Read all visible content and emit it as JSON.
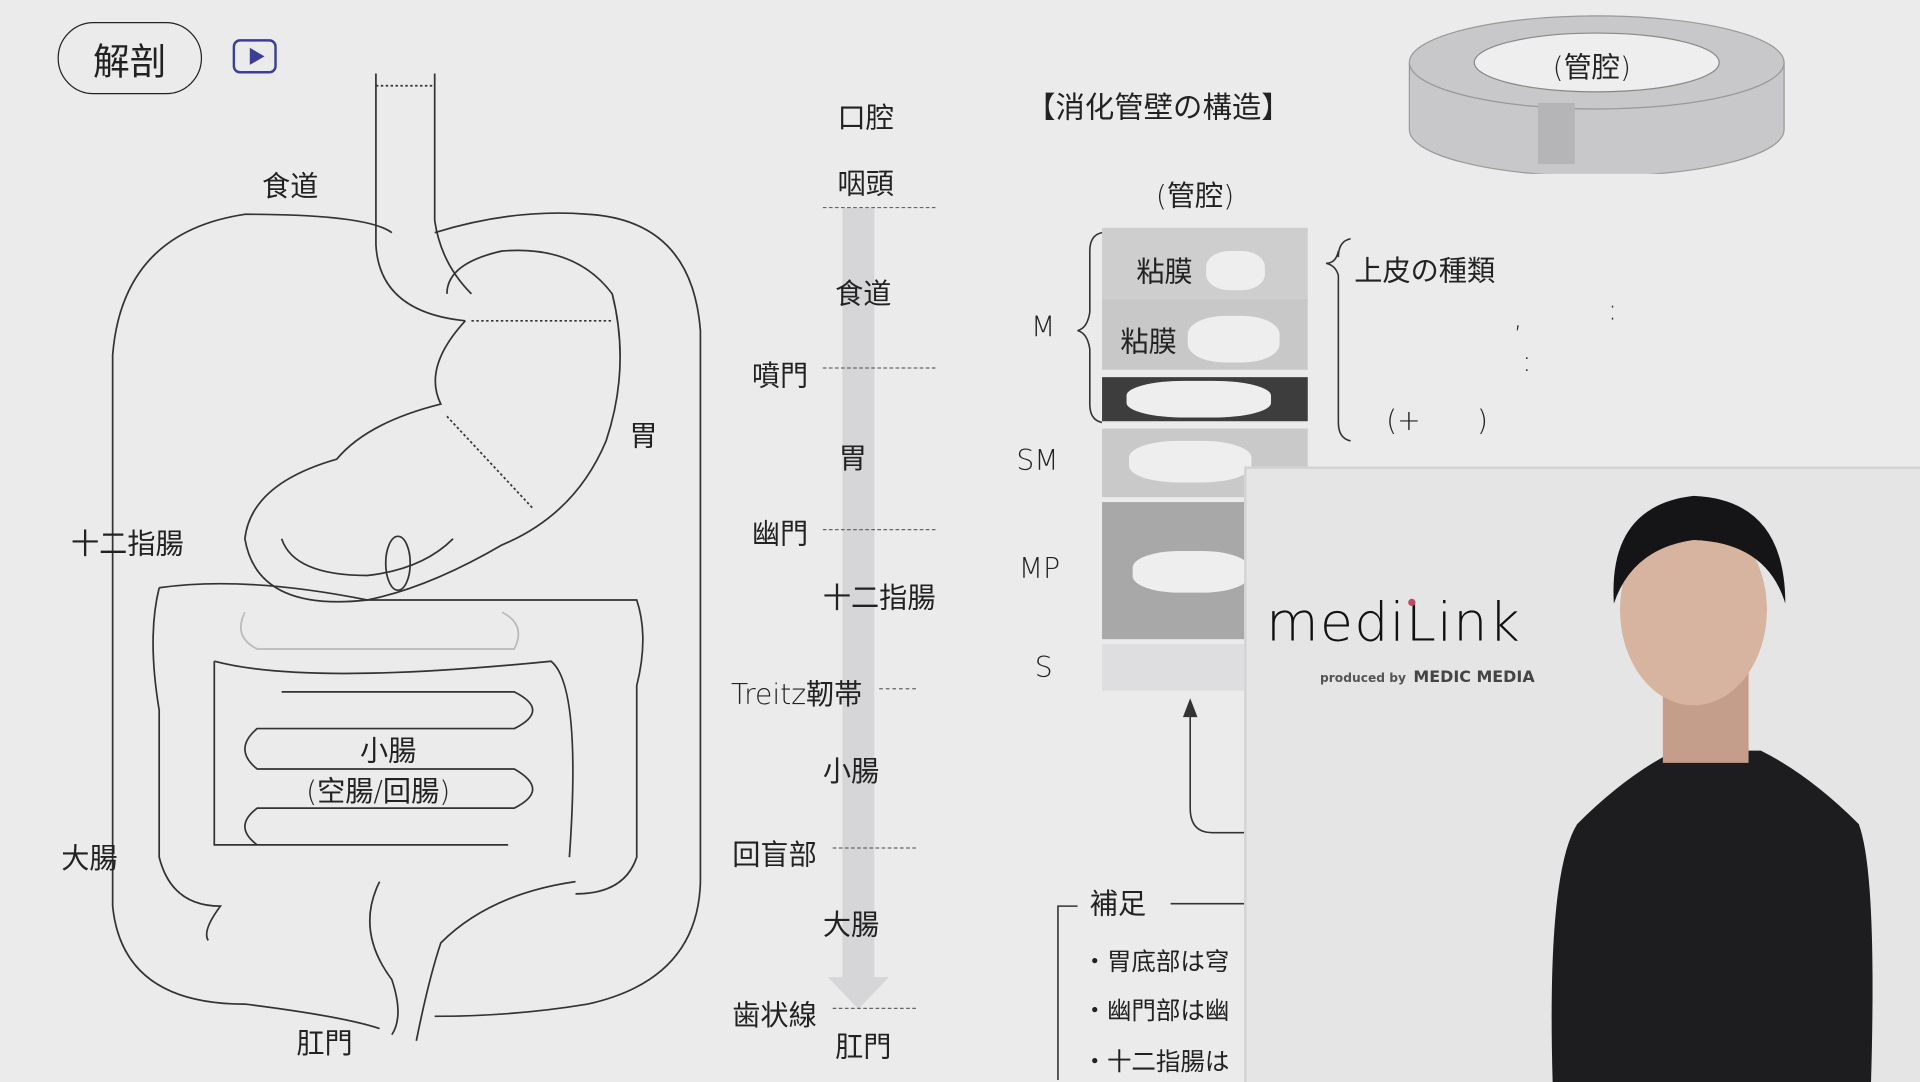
{
  "header": {
    "tag": "解剖",
    "play_icon": "play-icon"
  },
  "anatomy_labels": {
    "esophagus": "食道",
    "stomach": "胃",
    "duodenum": "十二指腸",
    "small_intestine": "小腸",
    "small_intestine_sub": "(空腸/回腸)",
    "large_intestine": "大腸",
    "anus": "肛門"
  },
  "tract": [
    "口腔",
    "咽頭",
    "食道",
    "噴門",
    "胃",
    "幽門",
    "十二指腸",
    "Treitz靭帯",
    "小腸",
    "回盲部",
    "大腸",
    "歯状線",
    "肛門"
  ],
  "wall": {
    "title": "【消化管壁の構造】",
    "ring_label": "(管腔)",
    "lumen": "(管腔)",
    "layer_labels": [
      "M",
      "SM",
      "MP",
      "S"
    ],
    "mucosa1": "粘膜",
    "mucosa2": "粘膜",
    "epithelium_title": "上皮の種類",
    "paren": "(+　　)",
    "colon1": ":",
    "comma": ",",
    "colon2": ":"
  },
  "note": {
    "title": "補足",
    "items": [
      "・胃底部は穹",
      "・幽門部は幽",
      "・十二指腸は"
    ]
  },
  "video": {
    "brand": "mediLink",
    "produced_by": "produced by",
    "company": "MEDIC MEDIA"
  }
}
